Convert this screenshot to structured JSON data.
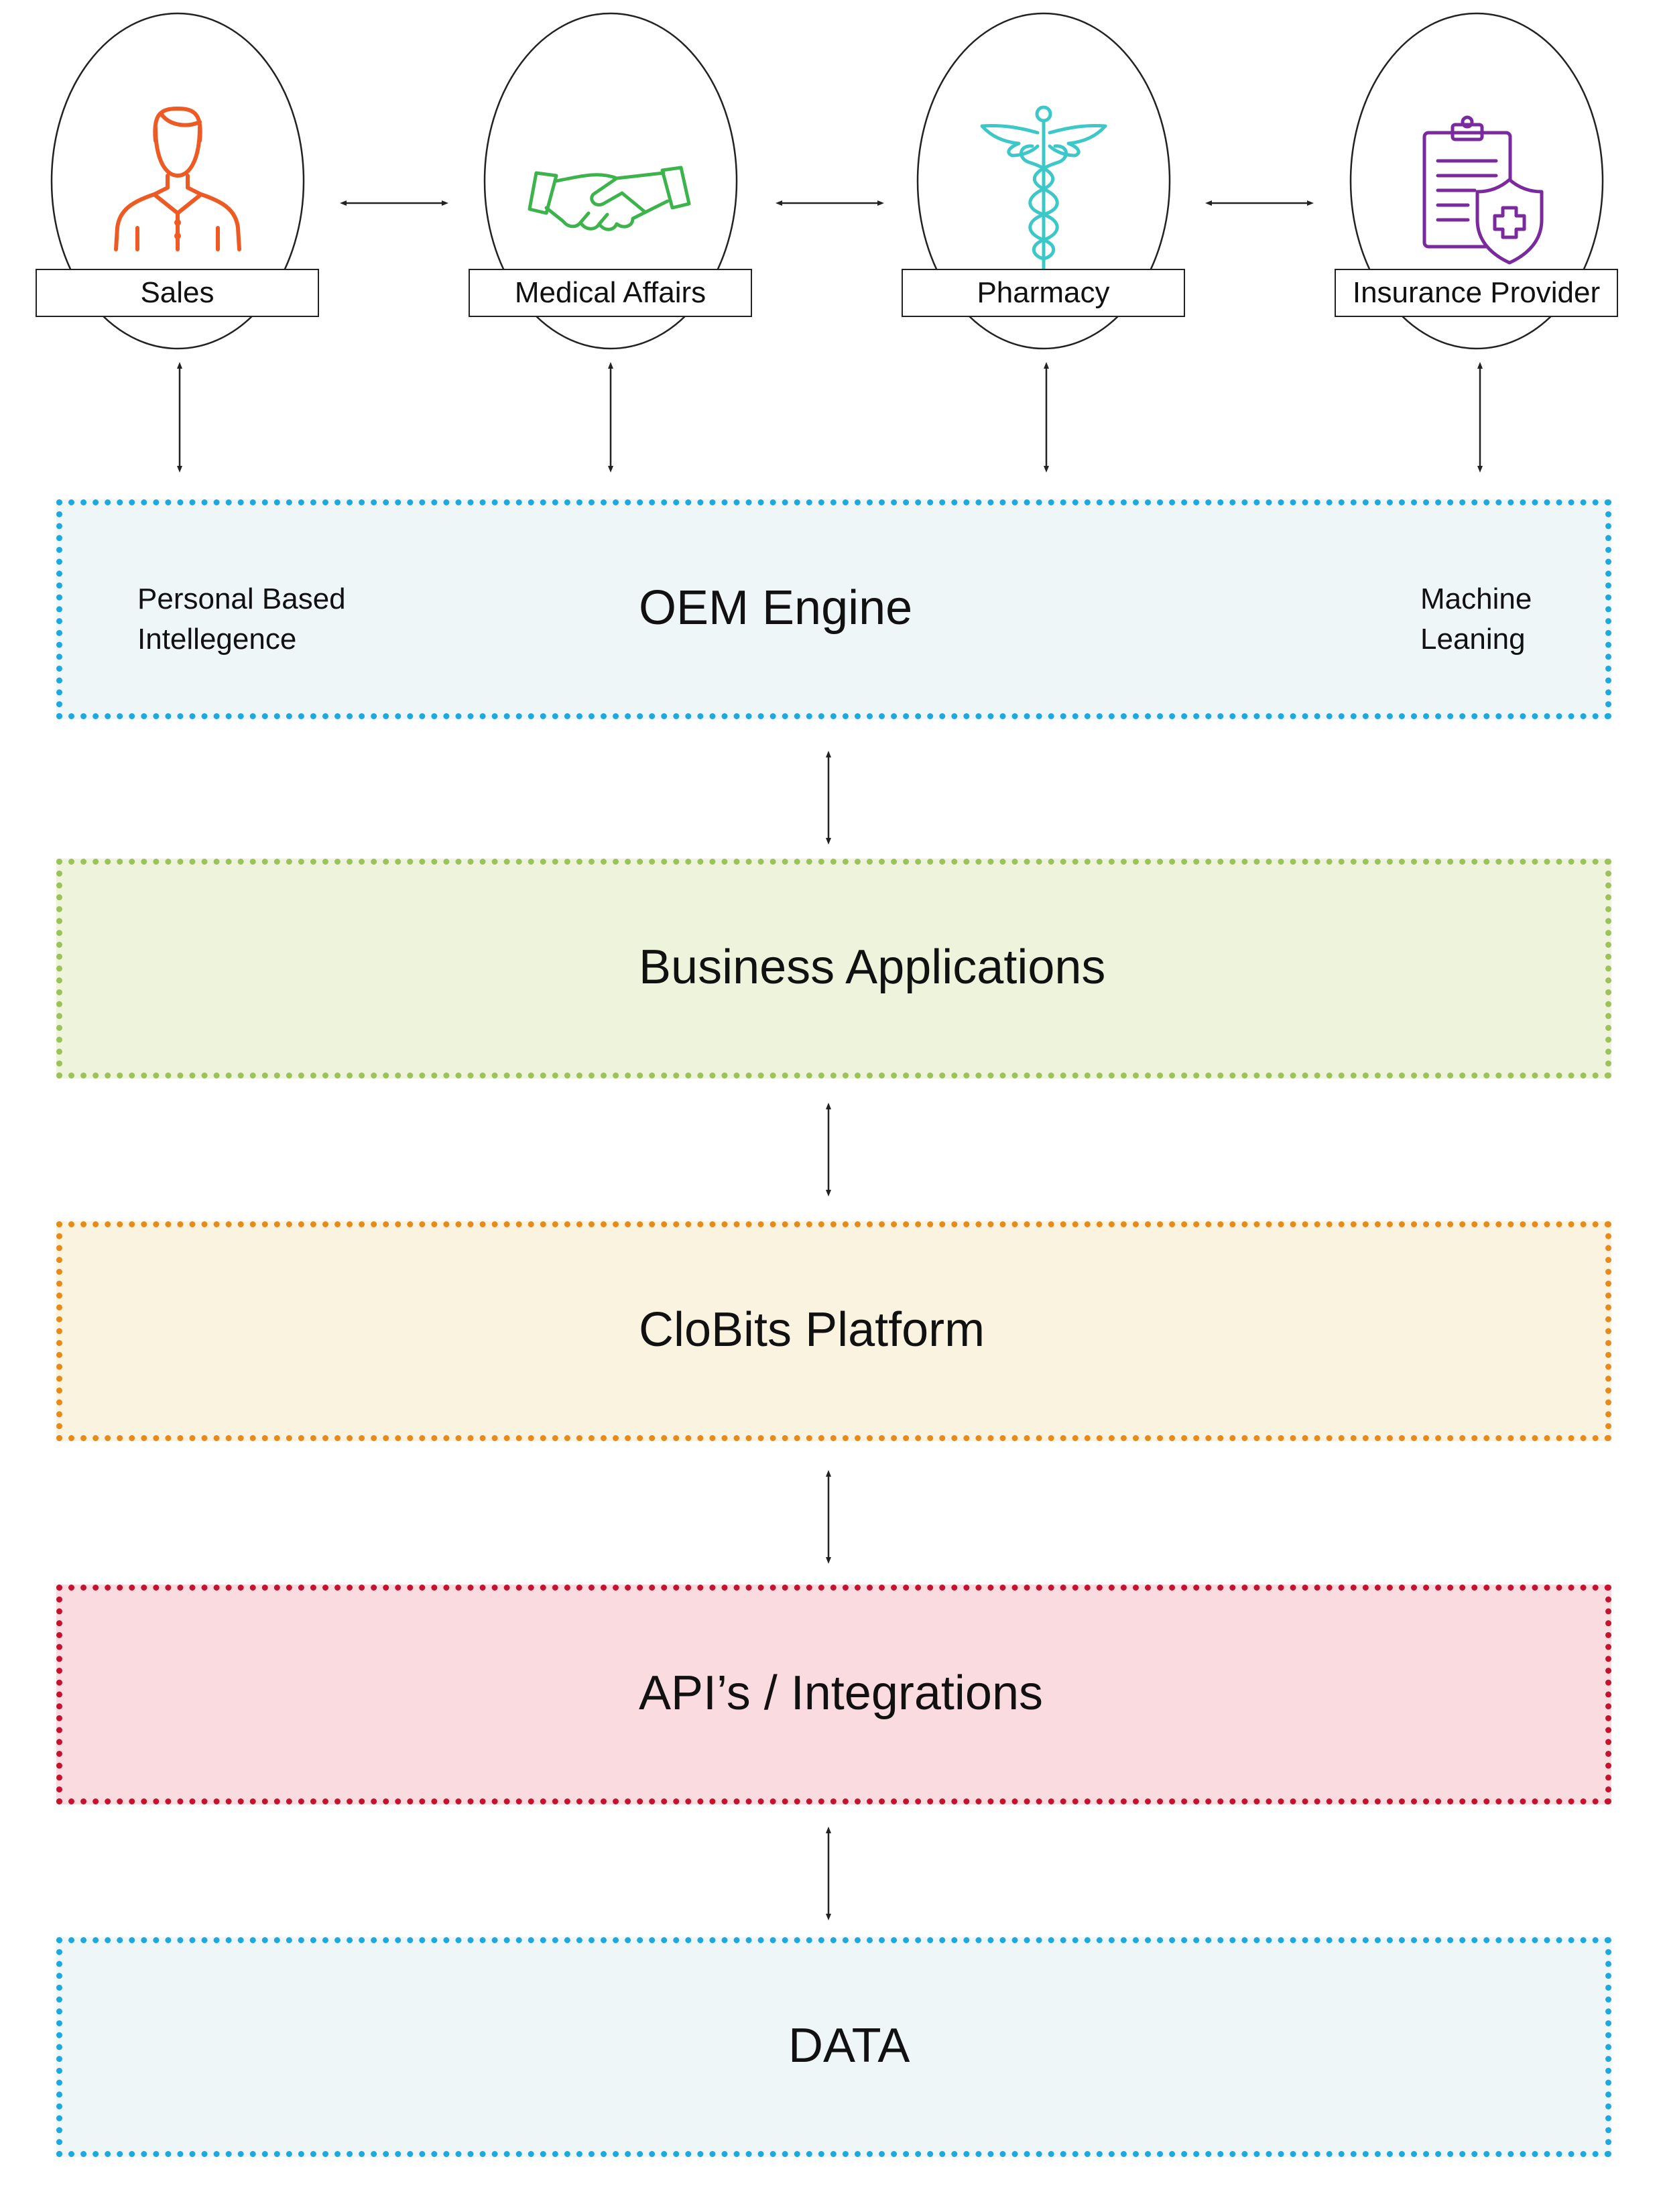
{
  "nodes": [
    {
      "label": "Sales",
      "icon": "person-icon",
      "color": "#ee5a24"
    },
    {
      "label": "Medical Affairs",
      "icon": "handshake-icon",
      "color": "#3cb44b"
    },
    {
      "label": "Pharmacy",
      "icon": "caduceus-icon",
      "color": "#3cc8c8"
    },
    {
      "label": "Insurance Provider",
      "icon": "insurance-shield-icon",
      "color": "#7b2a9e"
    }
  ],
  "layers": [
    {
      "title": "OEM Engine",
      "left_text": "Personal Based\nIntellegence",
      "right_text": "Machine\nLeaning",
      "border": "#1ea8e0",
      "fill": "#eef6f8"
    },
    {
      "title": "Business Applications",
      "border": "#9cc25a",
      "fill": "#eef3dc"
    },
    {
      "title": "CloBits Platform",
      "border": "#e88a1a",
      "fill": "#faf3e0"
    },
    {
      "title": "API’s / Integrations",
      "border": "#c4122f",
      "fill": "#fadce0"
    },
    {
      "title": "DATA",
      "border": "#1ea8e0",
      "fill": "#eef6f8"
    }
  ]
}
